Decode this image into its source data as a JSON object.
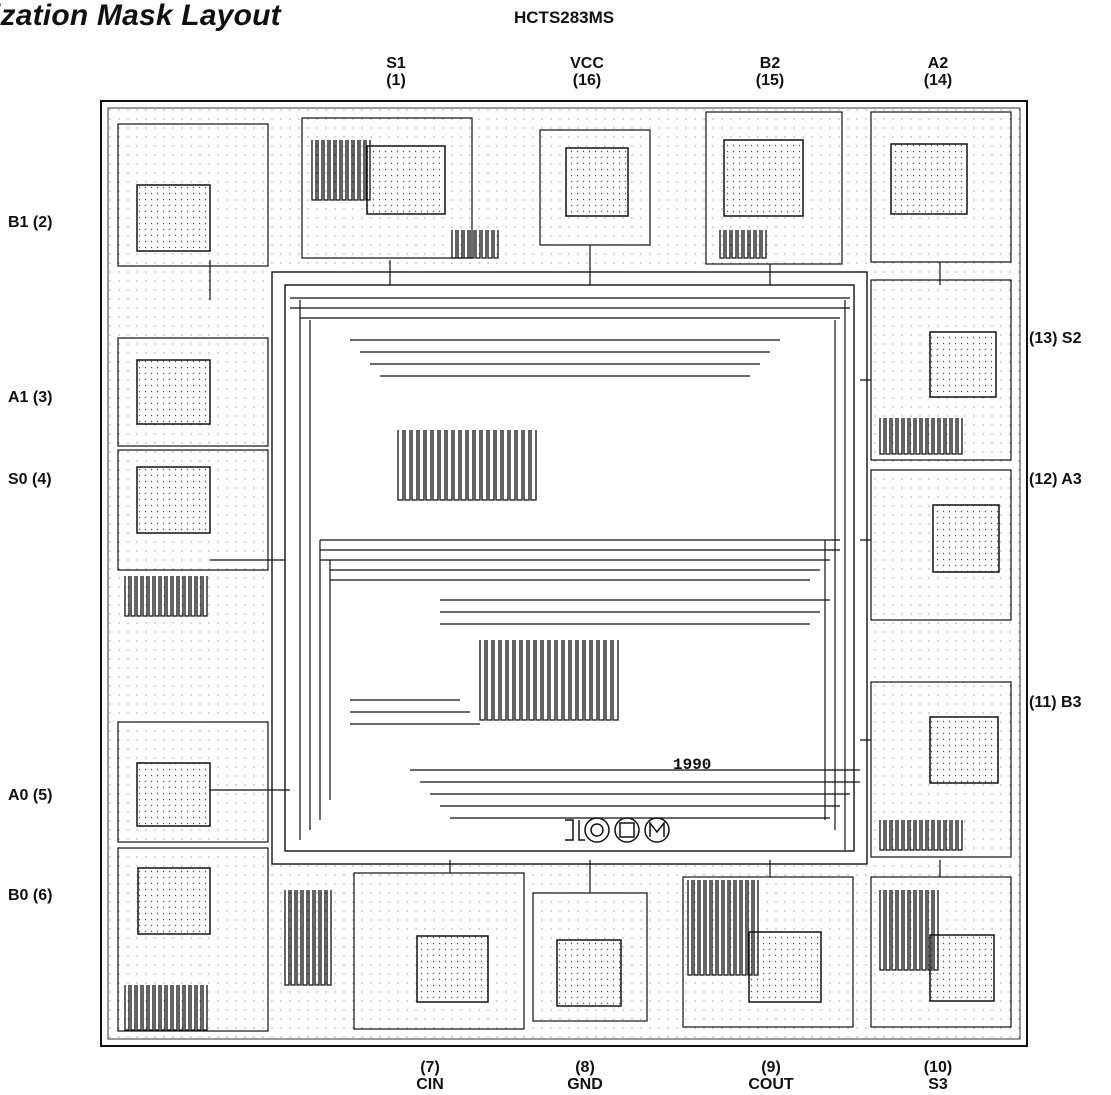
{
  "title": "ization Mask Layout",
  "part_number": "HCTS283MS",
  "die_mark": "1990",
  "pins": {
    "top": [
      {
        "name": "S1",
        "num": "(1)"
      },
      {
        "name": "VCC",
        "num": "(16)"
      },
      {
        "name": "B2",
        "num": "(15)"
      },
      {
        "name": "A2",
        "num": "(14)"
      }
    ],
    "left": [
      {
        "label": "B1  (2)"
      },
      {
        "label": "A1  (3)"
      },
      {
        "label": "S0  (4)"
      },
      {
        "label": "A0  (5)"
      },
      {
        "label": "B0  (6)"
      }
    ],
    "right": [
      {
        "label": "(13)  S2"
      },
      {
        "label": "(12)  A3"
      },
      {
        "label": "(11)  B3"
      }
    ],
    "bottom": [
      {
        "num": "(7)",
        "name": "CIN"
      },
      {
        "num": "(8)",
        "name": "GND"
      },
      {
        "num": "(9)",
        "name": "COUT"
      },
      {
        "num": "(10)",
        "name": "S3"
      }
    ]
  },
  "colors": {
    "ink": "#111111",
    "background": "#ffffff"
  }
}
